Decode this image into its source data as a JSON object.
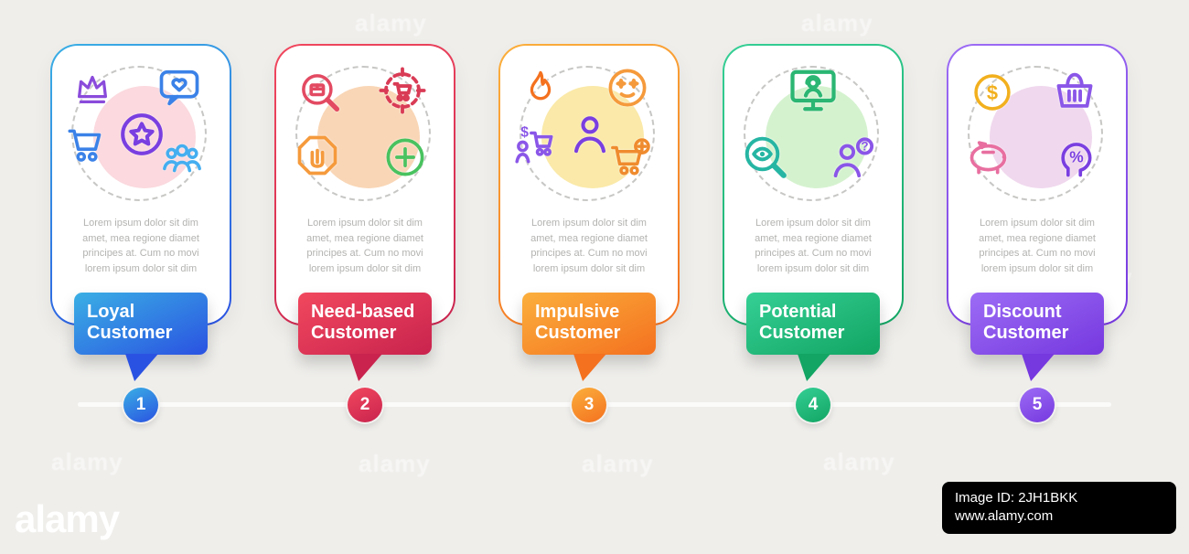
{
  "page": {
    "background_color": "#efeeeb"
  },
  "watermark": {
    "text": "alamy"
  },
  "branding": {
    "logo_text": "alamy",
    "image_id": "Image ID: 2JH1BKK",
    "website": "www.alamy.com"
  },
  "description_text": "Lorem ipsum dolor sit dim\namet, mea regione diamet\nprincipes at. Cum no movi\nlorem ipsum dolor sit dim",
  "cards": [
    {
      "label": "Loyal Customer",
      "label_line1": "Loyal",
      "label_line2": "Customer",
      "number": "1",
      "gradient_start": "#3aafe4",
      "gradient_end": "#2a52e2",
      "blob_color": "#fbd9de",
      "icons": [
        {
          "name": "crown-icon",
          "color": "#8a4bdb"
        },
        {
          "name": "heart-message-icon",
          "color": "#3b82e8"
        },
        {
          "name": "shopping-cart-icon",
          "color": "#3b82e8"
        },
        {
          "name": "star-medal-icon",
          "color": "#7a3fe0"
        },
        {
          "name": "customer-group-icon",
          "color": "#45aef0"
        }
      ]
    },
    {
      "label": "Need-based Customer",
      "label_line1": "Need-based",
      "label_line2": "Customer",
      "number": "2",
      "gradient_start": "#f1485e",
      "gradient_end": "#c9234e",
      "blob_color": "#f9d6b6",
      "icons": [
        {
          "name": "search-product-icon",
          "color": "#e34a62"
        },
        {
          "name": "cart-target-icon",
          "color": "#d93b55"
        },
        {
          "name": "stop-hand-icon",
          "color": "#f59a3c"
        },
        {
          "name": "add-circle-icon",
          "color": "#49c25f"
        }
      ]
    },
    {
      "label": "Impulsive Customer",
      "label_line1": "Impulsive",
      "label_line2": "Customer",
      "number": "3",
      "gradient_start": "#fbaf3c",
      "gradient_end": "#f4711f",
      "blob_color": "#fae9a8",
      "icons": [
        {
          "name": "flame-icon",
          "color": "#f4711f"
        },
        {
          "name": "star-struck-face-icon",
          "color": "#f59a3c"
        },
        {
          "name": "seller-cart-icon",
          "color": "#8a56e8"
        },
        {
          "name": "person-icon",
          "color": "#7a3fe0"
        },
        {
          "name": "cart-add-icon",
          "color": "#ef8b2e"
        }
      ]
    },
    {
      "label": "Potential Customer",
      "label_line1": "Potential",
      "label_line2": "Customer",
      "number": "4",
      "gradient_start": "#35cf95",
      "gradient_end": "#12a563",
      "blob_color": "#d5f2cf",
      "icons": [
        {
          "name": "support-monitor-icon",
          "color": "#2bb673"
        },
        {
          "name": "eye-search-icon",
          "color": "#26b5a3"
        },
        {
          "name": "thinking-person-icon",
          "color": "#8a56e8"
        }
      ]
    },
    {
      "label": "Discount Customer",
      "label_line1": "Discount",
      "label_line2": "Customer",
      "number": "5",
      "gradient_start": "#9c6cf5",
      "gradient_end": "#7638df",
      "blob_color": "#f0d8ee",
      "icons": [
        {
          "name": "dollar-coin-icon",
          "color": "#f2b01e"
        },
        {
          "name": "shopping-basket-icon",
          "color": "#8a56e8"
        },
        {
          "name": "piggy-bank-icon",
          "color": "#e86fa0"
        },
        {
          "name": "discount-head-icon",
          "color": "#7a3fe0"
        }
      ]
    }
  ]
}
